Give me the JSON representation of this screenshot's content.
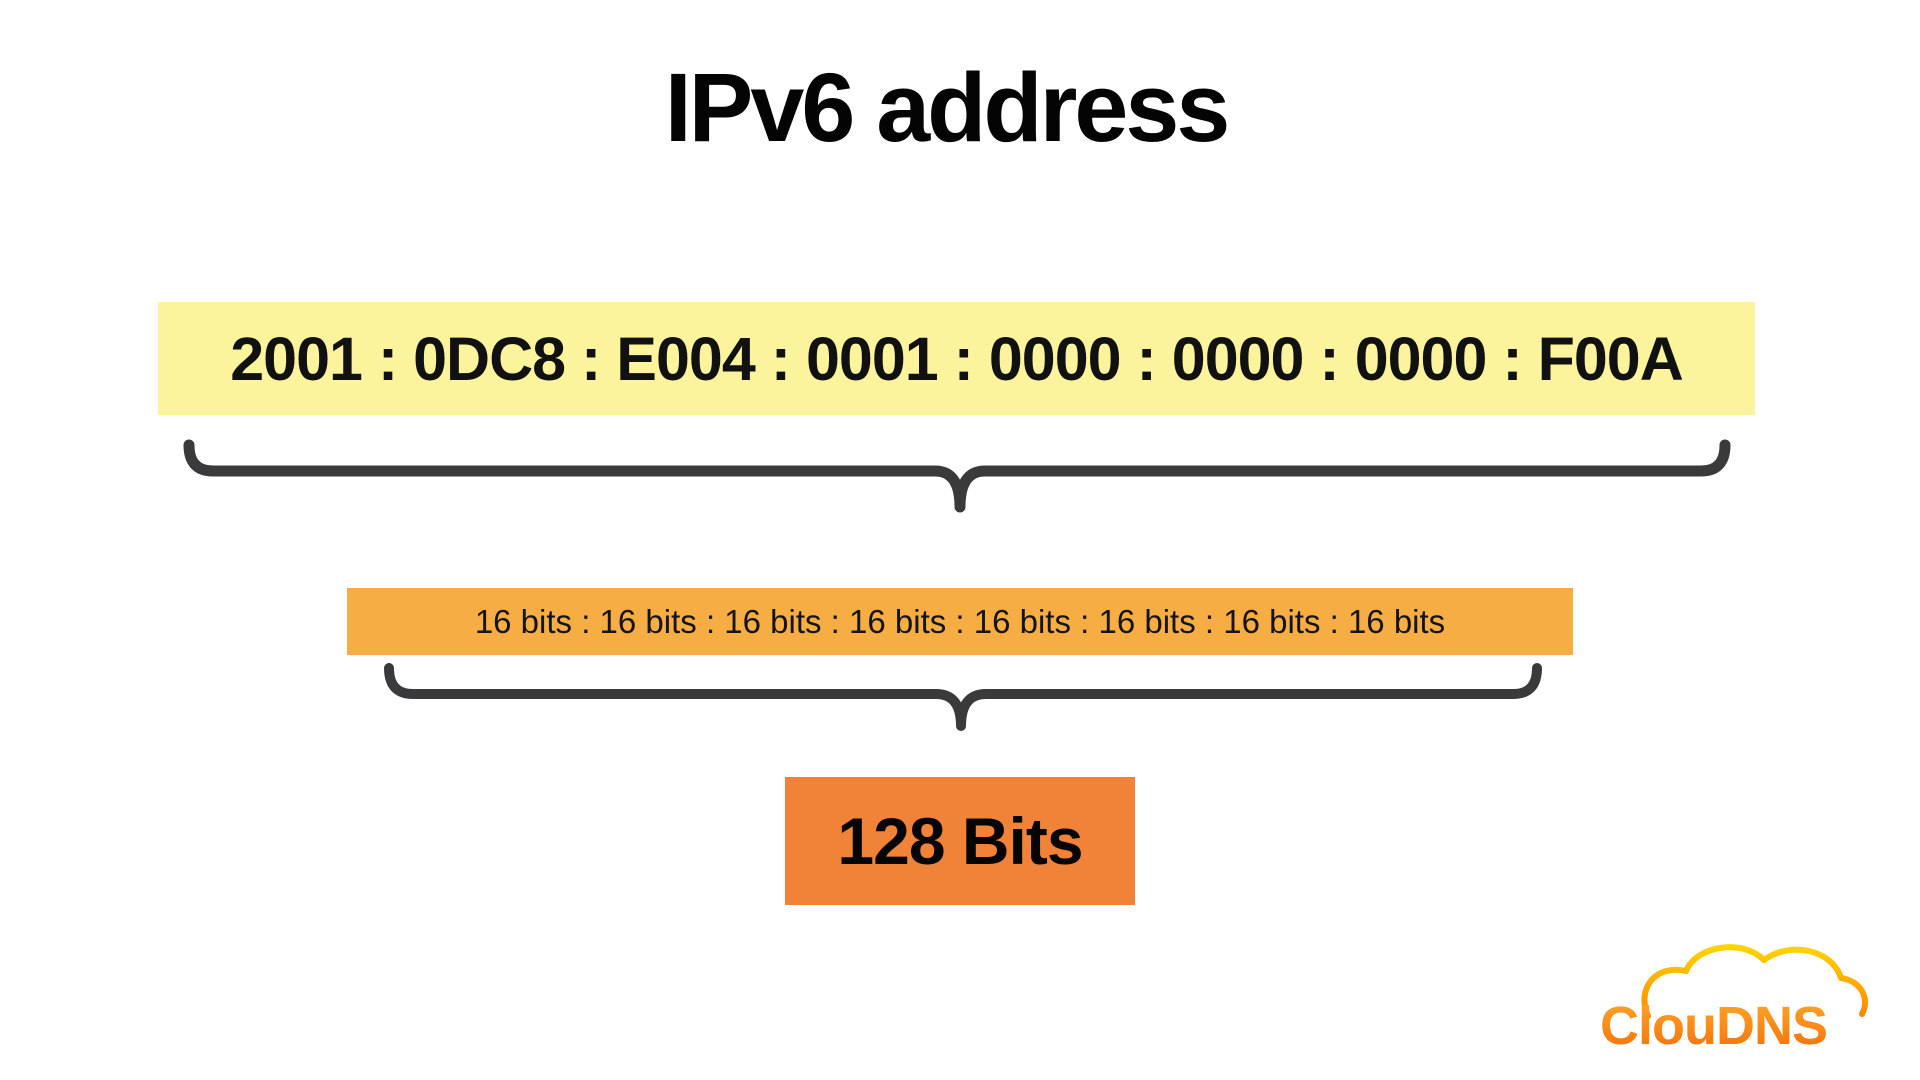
{
  "page": {
    "background": "#FFFFFF"
  },
  "title": "IPv6 address",
  "address_box": {
    "display": "2001 : 0DC8 : E004 : 0001 : 0000 : 0000 : 0000 : F00A",
    "segments": [
      "2001",
      "0DC8",
      "E004",
      "0001",
      "0000",
      "0000",
      "0000",
      "F00A"
    ],
    "bg_color": "#FBF49C"
  },
  "bit_groups_box": {
    "display": "16 bits : 16 bits : 16 bits : 16 bits : 16 bits : 16 bits : 16 bits : 16 bits",
    "group_label": "16 bits",
    "group_count": 8,
    "bg_color": "#F6AD44"
  },
  "total_bits_box": {
    "label": "128 Bits",
    "bg_color": "#F08337"
  },
  "braces": {
    "color": "#3A3A3C"
  },
  "logo": {
    "text": "ClouDNS",
    "text_gradient_top": "#FFAA28",
    "text_gradient_bottom": "#F36E0C",
    "cloud_gradient_top": "#FFD400",
    "cloud_gradient_bottom": "#FF8800"
  }
}
